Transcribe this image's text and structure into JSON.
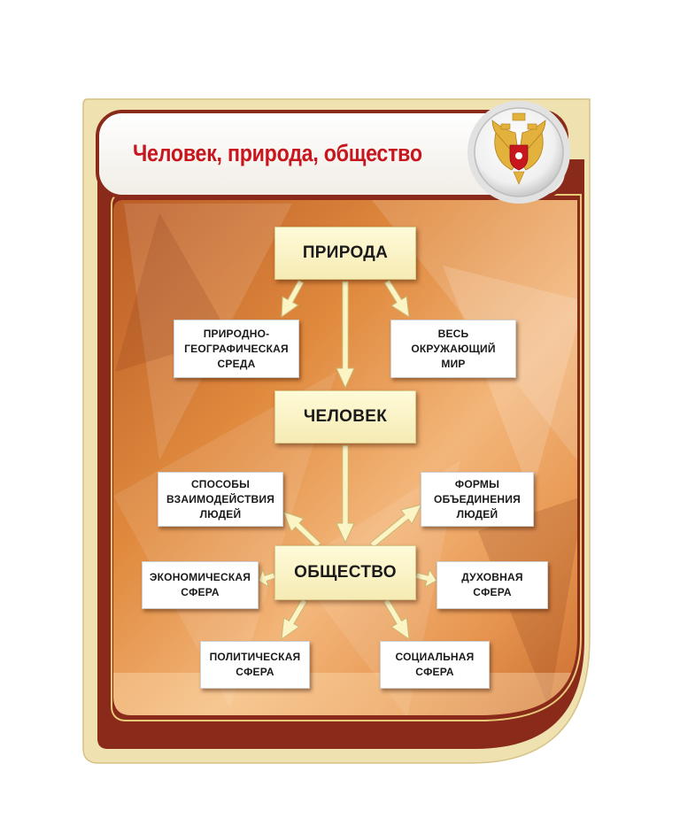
{
  "title": "Человек, природа, общество",
  "emblem": {
    "icon": "russian-coat-of-arms-icon",
    "accent": "#c8161e",
    "gold": "#e3b23c"
  },
  "colors": {
    "frame_outer": "#eedfae",
    "frame_brown": "#8a2a1a",
    "panel_orange": "#e48a3c",
    "title_red": "#c8161e",
    "main_box_fill": "#fbf3c6",
    "arrow_fill": "#fbf4c4"
  },
  "nodes": {
    "priroda": "ПРИРОДА",
    "chelovek": "ЧЕЛОВЕК",
    "obshchestvo": "ОБЩЕСТВО",
    "geo_sreda": "ПРИРОДНО-\nГЕОГРАФИЧЕСКАЯ\nСРЕДА",
    "ves_mir": "ВЕСЬ\nОКРУЖАЮЩИЙ\nМИР",
    "sposoby": "СПОСОБЫ\nВЗАИМОДЕЙСТВИЯ\nЛЮДЕЙ",
    "formy": "ФОРМЫ\nОБЪЕДИНЕНИЯ\nЛЮДЕЙ",
    "ekonom": "ЭКОНОМИЧЕСКАЯ\nСФЕРА",
    "duhov": "ДУХОВНАЯ\nСФЕРА",
    "polit": "ПОЛИТИЧЕСКАЯ\nСФЕРА",
    "social": "СОЦИАЛЬНАЯ\nСФЕРА"
  },
  "edges": [
    {
      "from": "priroda",
      "to": "geo_sreda"
    },
    {
      "from": "priroda",
      "to": "ves_mir"
    },
    {
      "from": "priroda",
      "to": "chelovek"
    },
    {
      "from": "chelovek",
      "to": "obshchestvo"
    },
    {
      "from": "obshchestvo",
      "to": "sposoby"
    },
    {
      "from": "obshchestvo",
      "to": "formy"
    },
    {
      "from": "obshchestvo",
      "to": "ekonom"
    },
    {
      "from": "obshchestvo",
      "to": "duhov"
    },
    {
      "from": "obshchestvo",
      "to": "polit"
    },
    {
      "from": "obshchestvo",
      "to": "social"
    }
  ]
}
